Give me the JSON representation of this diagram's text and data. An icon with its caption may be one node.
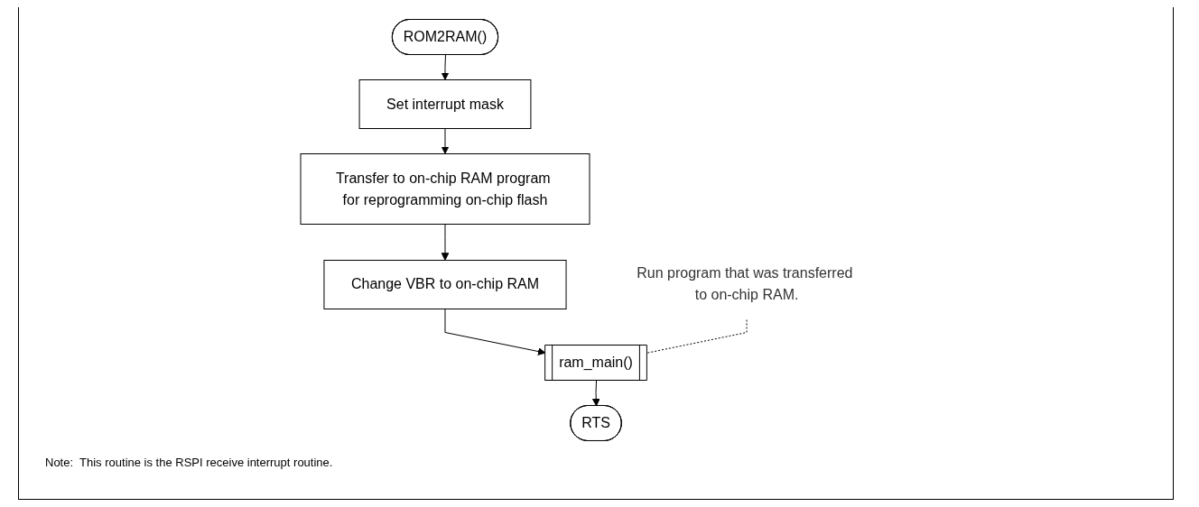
{
  "diagram": {
    "nodes": [
      {
        "text": [
          "ROM2RAM()"
        ]
      },
      {
        "text": [
          "Set interrupt mask"
        ]
      },
      {
        "text": [
          "Transfer to on-chip RAM program for reprogramming on-chip flash"
        ]
      },
      {
        "text": [
          "Change VBR to on-chip RAM"
        ]
      },
      {
        "text": [
          "ram_main()"
        ]
      },
      {
        "text": [
          "RTS"
        ]
      },
      {
        "text": [
          "Run program that was transferred to on-chip RAM."
        ]
      }
    ],
    "edges": [
      {
        "from": 0,
        "to": 1,
        "arrow": "to"
      },
      {
        "from": 1,
        "to": 2,
        "arrow": "to"
      },
      {
        "from": 2,
        "to": 3,
        "arrow": "to"
      },
      {
        "from": 3,
        "to": 4,
        "arrow": "to"
      },
      {
        "from": 4,
        "to": 5,
        "arrow": "to"
      },
      {
        "from": 6,
        "to": 4,
        "arrow": "none",
        "style": "dashed"
      }
    ],
    "labels": [
      "Note:  This routine is the RSPI receive interrupt routine."
    ]
  }
}
